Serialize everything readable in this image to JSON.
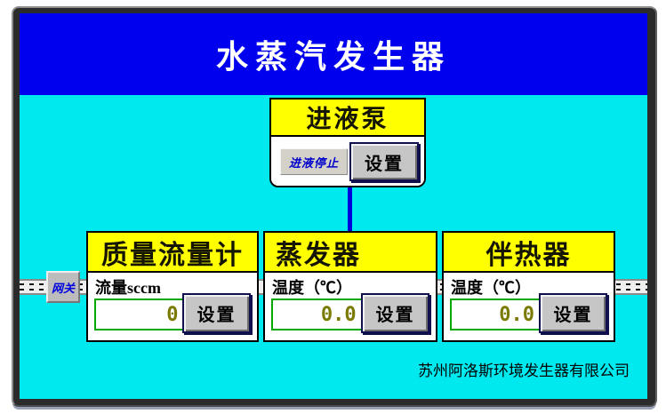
{
  "window": {
    "title": "水蒸汽发生器"
  },
  "feed_pump": {
    "title": "进液泵",
    "status_label": "进液停止",
    "settings_label": "设置"
  },
  "panels": [
    {
      "id": "mass-flow-meter",
      "title": "质量流量计",
      "field_label": "流量sccm",
      "value": "0",
      "settings_label": "设置"
    },
    {
      "id": "evaporator",
      "title": "蒸发器",
      "field_label": "温度（℃）",
      "value": "0.0",
      "settings_label": "设置"
    },
    {
      "id": "heat-tracer",
      "title": "伴热器",
      "field_label": "温度（℃）",
      "value": "0.0",
      "settings_label": "设置"
    }
  ],
  "gateway": {
    "label": "网关"
  },
  "footer": {
    "company": "苏州阿洛斯环境发生器有限公司"
  },
  "colors": {
    "titlebar_bg": "#0000ee",
    "screen_bg": "#00e9ef",
    "panel_header_bg": "#ffff00",
    "value_border": "#00a800",
    "value_text": "#7a7a00",
    "status_text": "#0000cc",
    "connector": "#0000dd"
  }
}
